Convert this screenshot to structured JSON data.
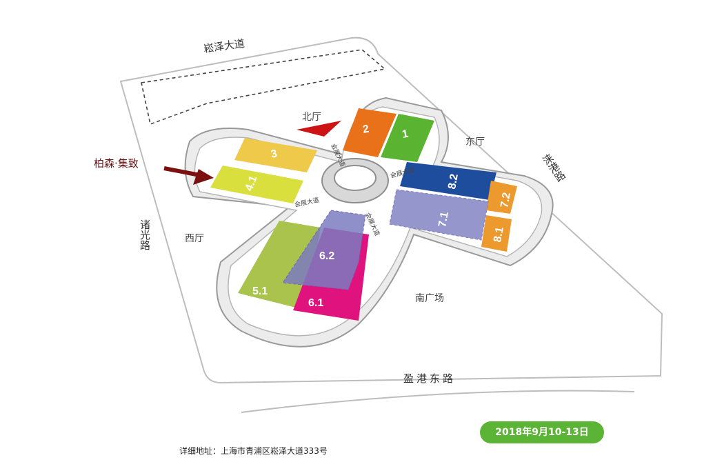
{
  "roads": {
    "north": "崧泽大道",
    "east": "涞港路",
    "west": "诸光路",
    "south": "盈港东路",
    "inner": [
      "会展大道",
      "会展大道",
      "会展大道",
      "会展大道"
    ]
  },
  "areas": {
    "north_hall": "北厅",
    "east_hall": "东厅",
    "west_hall": "西厅",
    "south_plaza": "南广场"
  },
  "halls": [
    {
      "id": "1",
      "color": "#5ab432"
    },
    {
      "id": "2",
      "color": "#e8711a"
    },
    {
      "id": "3",
      "color": "#efc94a"
    },
    {
      "id": "4.1",
      "color": "#d9df3d"
    },
    {
      "id": "5.1",
      "color": "#a9c34d"
    },
    {
      "id": "6.1",
      "color": "#e0127d"
    },
    {
      "id": "6.2",
      "color": "#7b7bbf"
    },
    {
      "id": "7.1",
      "color": "#ec9a2e"
    },
    {
      "id": "7.2",
      "color": "#8a8cc6"
    },
    {
      "id": "8.1",
      "color": "#ec9a2e"
    },
    {
      "id": "8.2",
      "color": "#1f4d9e"
    }
  ],
  "booth_marker": {
    "label": "柏森·集致",
    "arrow_color": "#7a1010"
  },
  "date_badge": "2018年9月10-13日",
  "address": "详细地址：上海市青浦区崧泽大道333号"
}
